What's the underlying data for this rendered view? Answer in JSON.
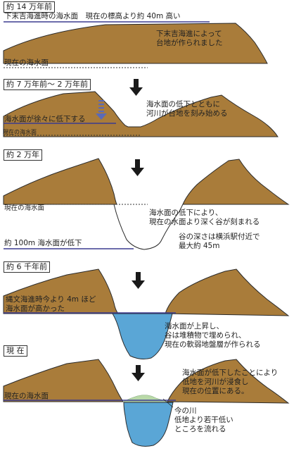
{
  "panels": [
    {
      "era": "約 14 万年前",
      "caption": "下末吉海進時の海水面　現在の標高より約 40m 高い",
      "note": [
        "下末吉海進によって",
        "台地が作られました"
      ],
      "sea_label": "現在の海水面"
    },
    {
      "era": "約 7 万年前～ 2 万年前",
      "note": [
        "海水面の低下とともに",
        "河川が台地を刻み始める"
      ],
      "sea_label": "海水面が徐々に低下する",
      "sea_label_small": "現在の海水面"
    },
    {
      "era": "約 2 万年",
      "sea_label": "現在の海水面",
      "note": [
        "海水面の低下により、",
        "現在の水面より深く谷が刻まれる"
      ],
      "note2": [
        "谷の深さは横浜駅付近で",
        "最大約 45m"
      ],
      "bottom_label": "約 100m 海水面が低下"
    },
    {
      "era": "約 6 千年前",
      "sea_label": [
        "縄文海進時今より 4m ほど",
        "海水面が高かった"
      ],
      "note": [
        "海水面が上昇し、",
        "谷は堆積物で埋められ、",
        "現在の軟弱地盤層が作られる"
      ]
    },
    {
      "era": "現 在",
      "sea_label": "現在の海水面",
      "note": [
        "海水面が低下したことにより",
        "低地を河川が浸食し",
        "現在の位置にある。"
      ],
      "note2": [
        "今の川",
        "低地より若干低い",
        "ところを流れる"
      ]
    }
  ],
  "colors": {
    "plateau": "#a97c3a",
    "plateau_edge": "#2a2a2a",
    "water": "#5aa6d6",
    "bank_green": "#b9d9a8",
    "sea_line": "#3b3b8f",
    "arrow": "#1a1a1a",
    "small_arrow": "#5a6ab8"
  }
}
